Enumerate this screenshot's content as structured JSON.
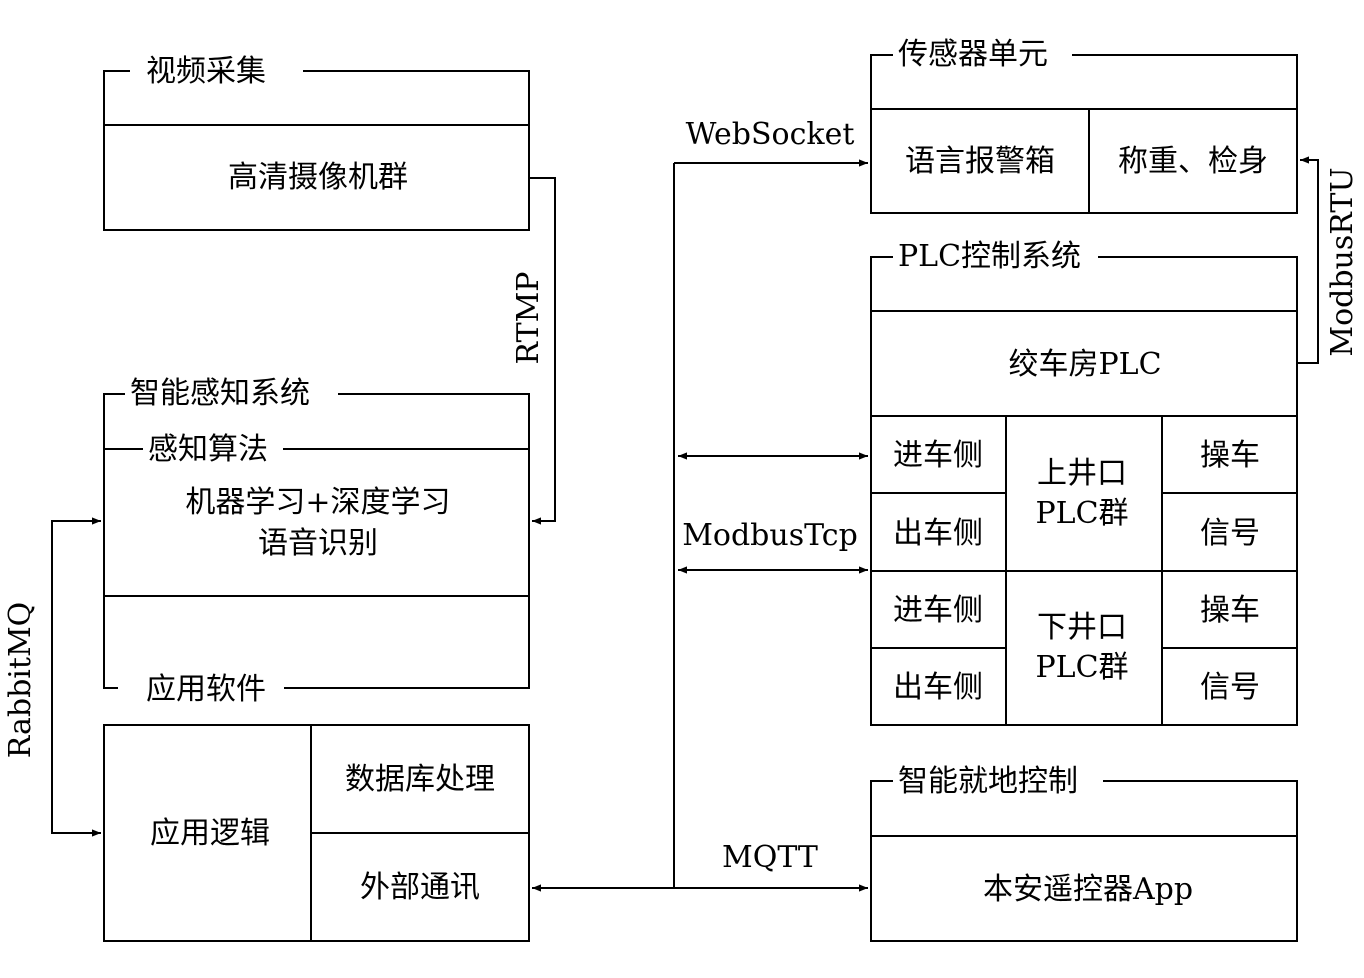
{
  "video": {
    "title": "视频采集",
    "content": "高清摄像机群"
  },
  "sensing": {
    "title": "智能感知系统",
    "algo_title": "感知算法",
    "algo_line1": "机器学习+深度学习",
    "algo_line2": "语音识别",
    "app_title": "应用软件"
  },
  "app": {
    "logic": "应用逻辑",
    "db": "数据库处理",
    "comm": "外部通讯"
  },
  "sensor": {
    "title": "传感器单元",
    "alarm": "语言报警箱",
    "weigh": "称重、检身"
  },
  "plc": {
    "title": "PLC控制系统",
    "winch": "绞车房PLC",
    "upper_line1": "上井口",
    "upper_line2": "PLC群",
    "lower_line1": "下井口",
    "lower_line2": "PLC群",
    "in_side": "进车侧",
    "out_side": "出车侧",
    "operate": "操车",
    "signal": "信号"
  },
  "local": {
    "title": "智能就地控制",
    "content": "本安遥控器App"
  },
  "protocols": {
    "rtmp": "RTMP",
    "websocket": "WebSocket",
    "modbus_rtu": "ModbusRTU",
    "modbus_tcp": "ModbusTcp",
    "mqtt": "MQTT",
    "rabbitmq": "RabbitMQ"
  }
}
